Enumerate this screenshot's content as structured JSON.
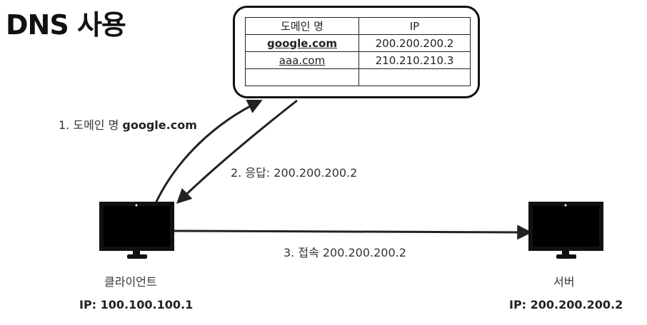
{
  "title": "DNS 사용",
  "dns_table": {
    "headers": [
      "도메인 명",
      "IP"
    ],
    "rows": [
      {
        "domain": "google.com",
        "ip": "200.200.200.2"
      },
      {
        "domain": "aaa.com",
        "ip": "210.210.210.3"
      },
      {
        "domain": "",
        "ip": ""
      }
    ]
  },
  "steps": {
    "step1_prefix": "1. 도메인 명 ",
    "step1_domain": "google.com",
    "step2": "2. 응답: 200.200.200.2",
    "step3": "3. 접속 200.200.200.2"
  },
  "client": {
    "label": "클라이언트",
    "ip": "IP: 100.100.100.1"
  },
  "server": {
    "label": "서버",
    "ip": "IP: 200.200.200.2"
  },
  "icons": {
    "client": "monitor-icon",
    "server": "monitor-icon"
  }
}
